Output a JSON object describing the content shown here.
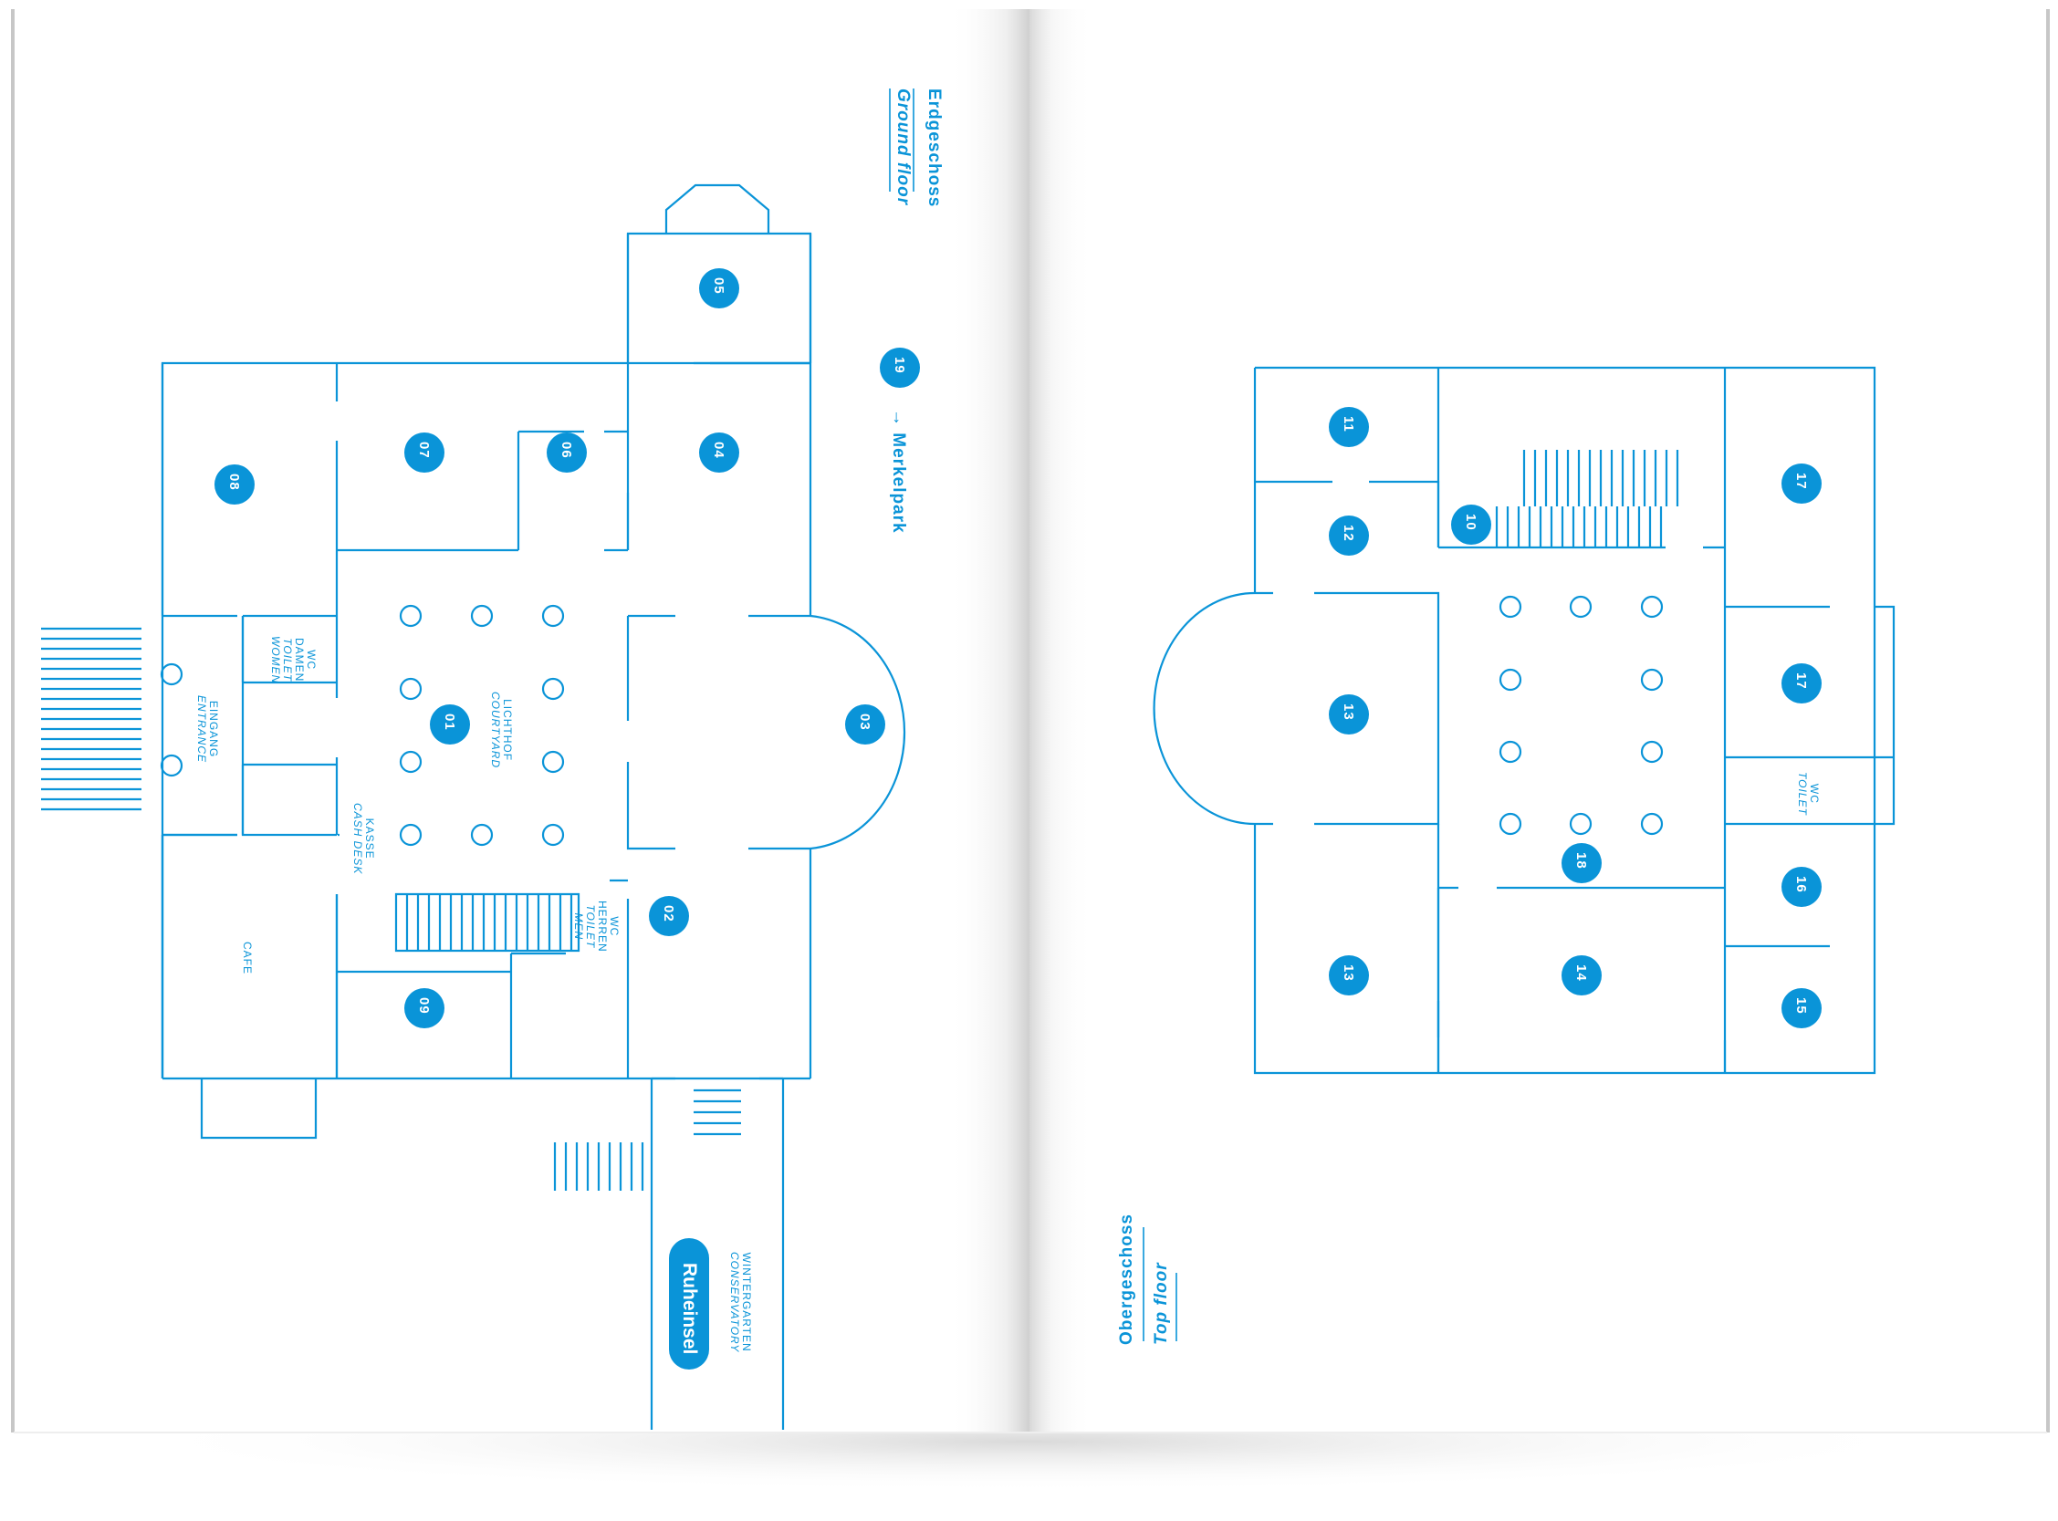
{
  "ground_floor": {
    "title_de": "Erdgeschoss",
    "title_en": "Ground floor",
    "merkelpark": {
      "number": "19",
      "label": "→ Merkelpark"
    },
    "rooms": [
      "01",
      "02",
      "03",
      "04",
      "05",
      "06",
      "07",
      "08",
      "09"
    ],
    "labels": {
      "wc_women": [
        "WC",
        "DAMEN",
        "TOILET",
        "WOMEN"
      ],
      "entrance": [
        "EINGANG",
        "ENTRANCE"
      ],
      "courtyard": [
        "LICHTHOF",
        "COURTYARD"
      ],
      "cash_desk": [
        "KASSE",
        "CASH DESK"
      ],
      "wc_men": [
        "WC",
        "HERREN",
        "TOILET",
        "MEN"
      ],
      "cafe": "CAFE",
      "conservatory": [
        "WINTERGARTEN",
        "CONSERVATORY"
      ]
    },
    "ruheinsel": "Ruheinsel"
  },
  "top_floor": {
    "title_de": "Obergeschoss",
    "title_en": "Top floor",
    "rooms": [
      "10",
      "11",
      "12",
      "13",
      "13",
      "14",
      "15",
      "16",
      "17",
      "17",
      "18"
    ],
    "labels": {
      "wc": [
        "WC",
        "TOILET"
      ]
    }
  },
  "colors": {
    "accent": "#0a94d8",
    "paper": "#ffffff"
  }
}
